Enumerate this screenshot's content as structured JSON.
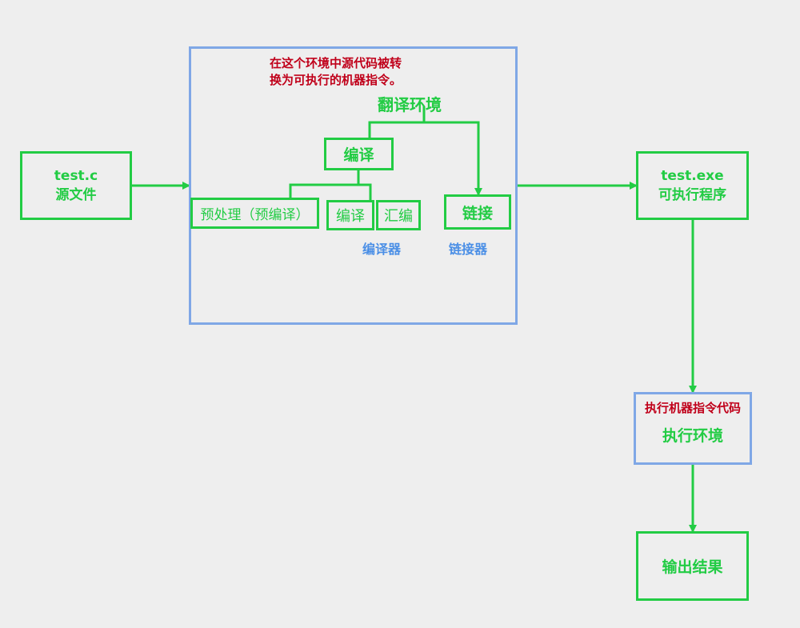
{
  "source": {
    "line1": "test.c",
    "line2": "源文件"
  },
  "translation_env": {
    "note_line1": "在这个环境中源代码被转",
    "note_line2": "换为可执行的机器指令。",
    "title": "翻译环境",
    "compile": "编译",
    "preprocess": "预处理（预编译）",
    "compile_sub": "编译",
    "assemble": "汇编",
    "link": "链接",
    "compiler_label": "编译器",
    "linker_label": "链接器"
  },
  "exe": {
    "line1": "test.exe",
    "line2": "可执行程序"
  },
  "exec_env": {
    "note": "执行机器指令代码",
    "title": "执行环境"
  },
  "output": {
    "label": "输出结果"
  },
  "colors": {
    "green": "#22cc44",
    "blue_border": "#7fa7e6",
    "blue_text": "#4b8fe6",
    "red_text": "#c0001a",
    "background": "#eeeeee"
  }
}
